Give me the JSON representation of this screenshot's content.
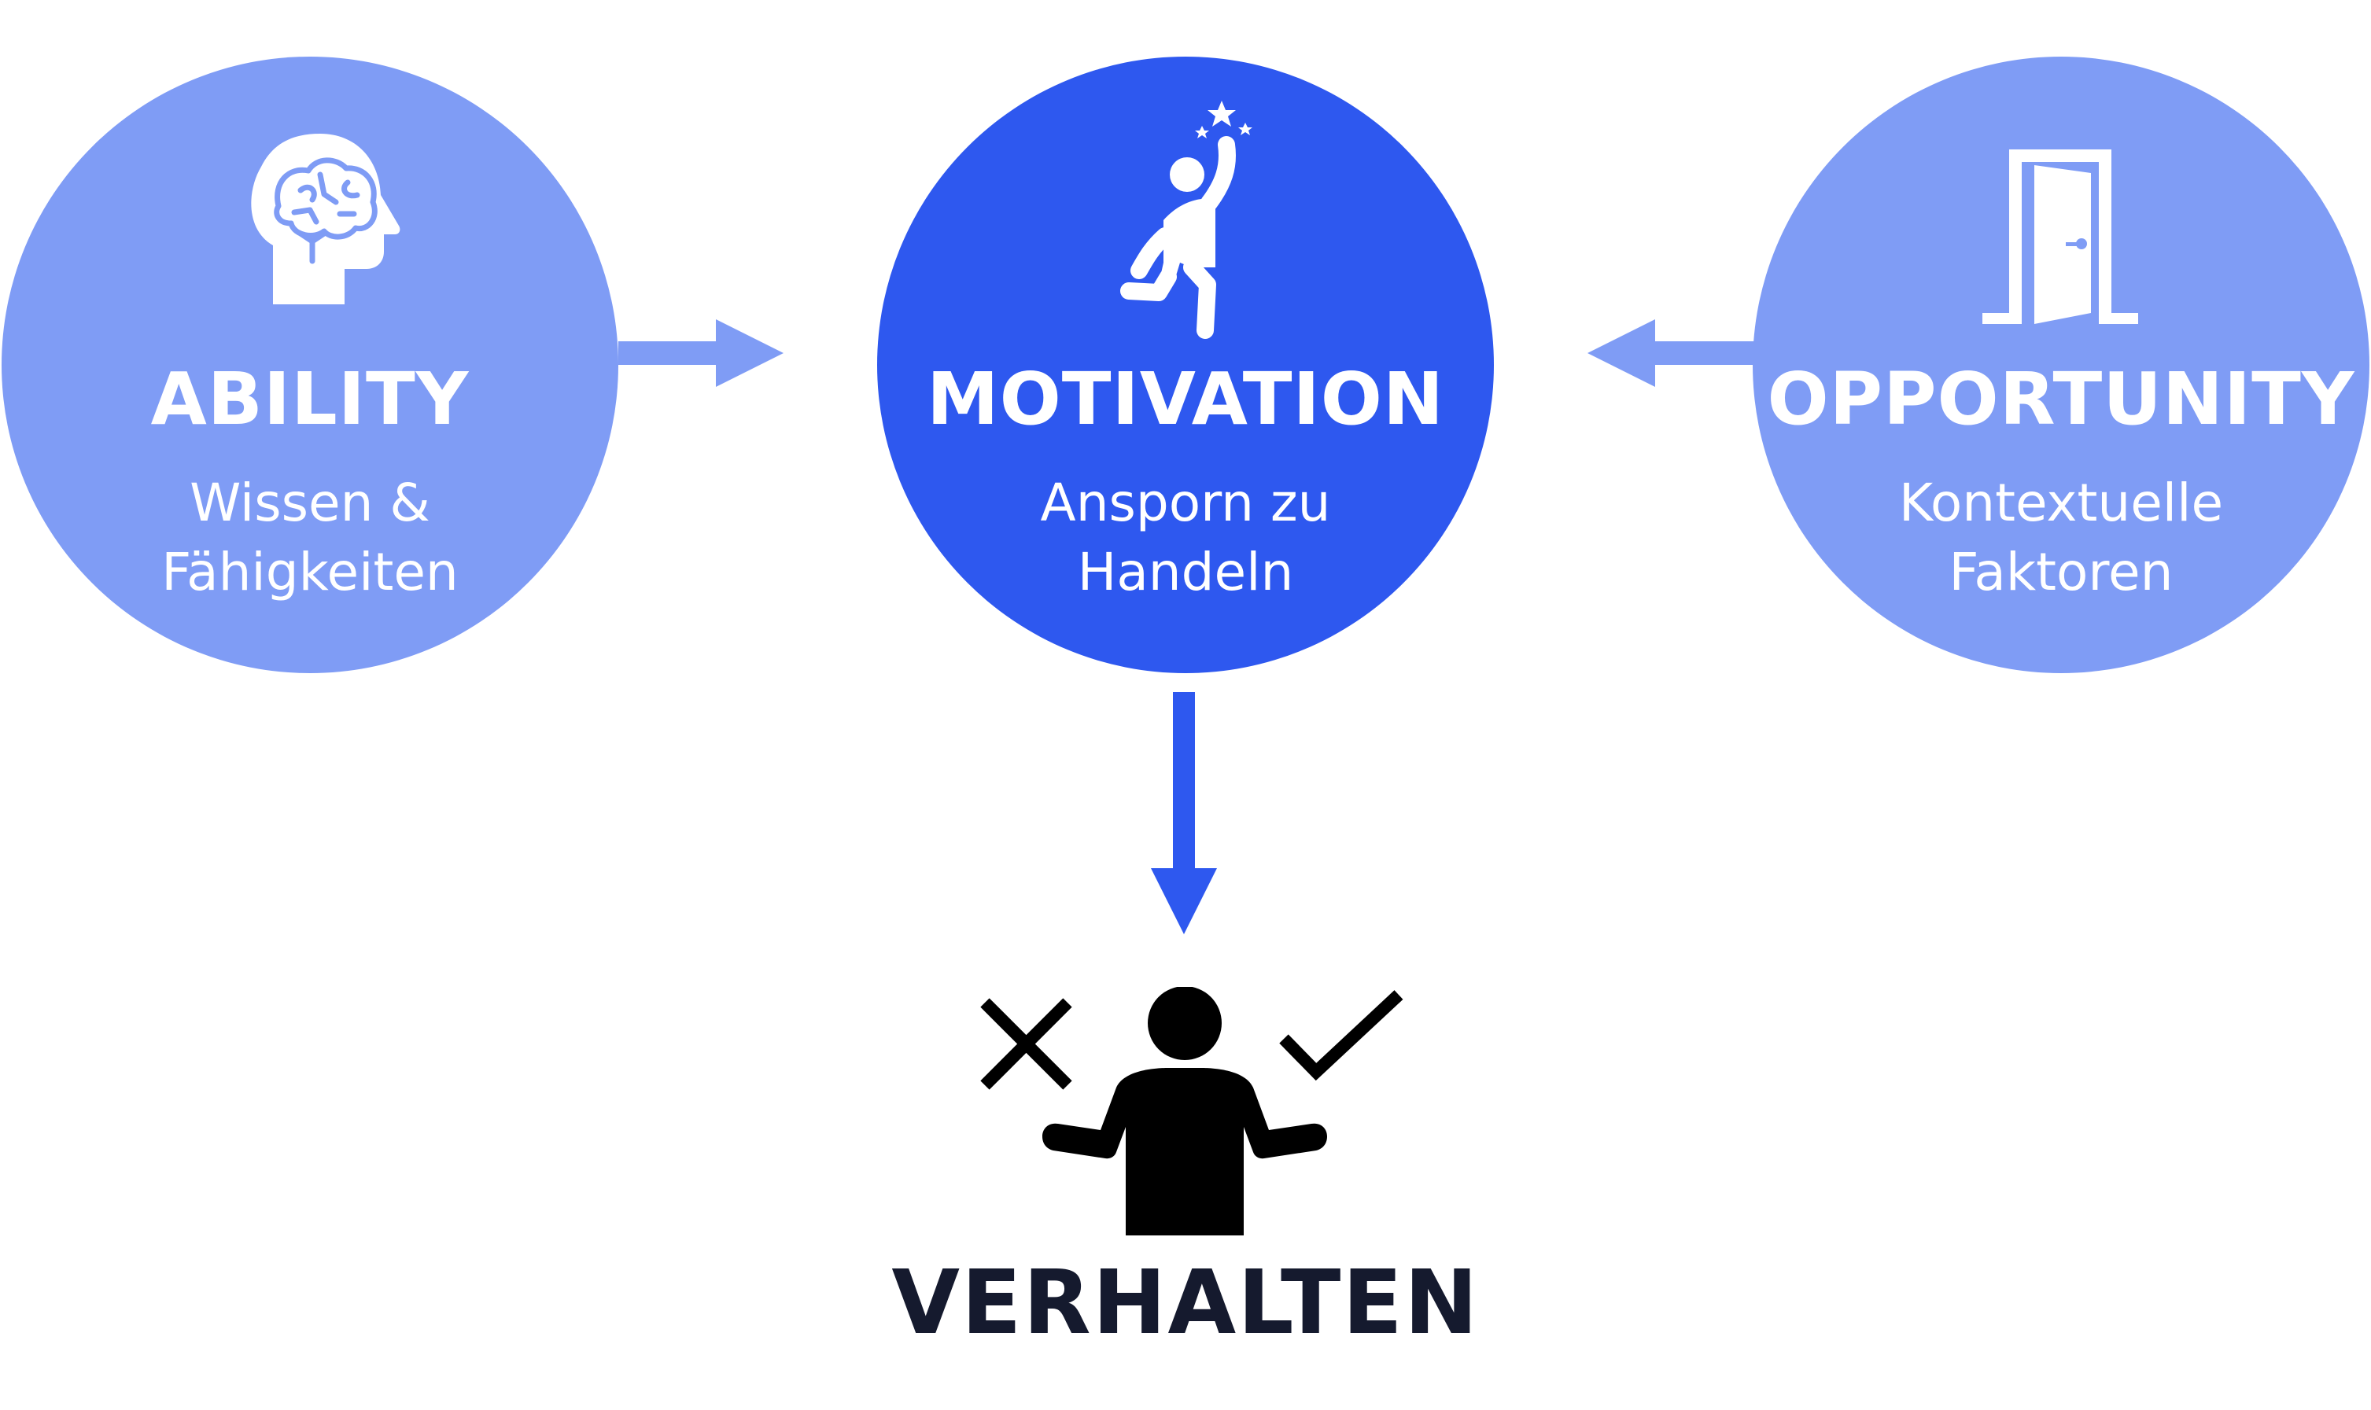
{
  "ability": {
    "title": "ABILITY",
    "subtitle_line1": "Wissen &",
    "subtitle_line2": "Fähigkeiten",
    "icon": "brain-head-icon"
  },
  "motivation": {
    "title": "MOTIVATION",
    "subtitle_line1": "Ansporn zu",
    "subtitle_line2": "Handeln",
    "icon": "reaching-for-stars-icon"
  },
  "opportunity": {
    "title": "OPPORTUNITY",
    "subtitle_line1": "Kontextuelle",
    "subtitle_line2": "Faktoren",
    "icon": "open-door-icon"
  },
  "behavior": {
    "title": "VERHALTEN",
    "icons": [
      "cross-icon",
      "person-shrug-icon",
      "check-icon"
    ]
  },
  "colors": {
    "primary": "#2e58ef",
    "secondary": "#7f9cf5",
    "text_dark": "#151a2e",
    "background": "#ffffff"
  }
}
